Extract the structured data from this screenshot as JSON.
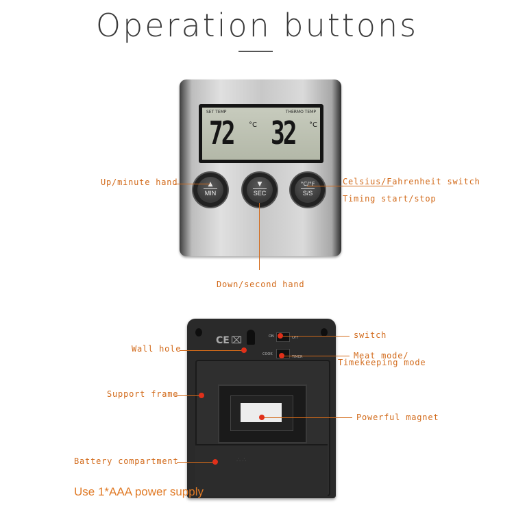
{
  "title": "Operation buttons",
  "lcd": {
    "left_label": "SET TEMP",
    "right_label": "THERMO TEMP",
    "left_value": "72",
    "right_value": "32",
    "unit": "°C"
  },
  "buttons": {
    "min": {
      "label": "MIN",
      "icon": "triangle-up-icon"
    },
    "sec": {
      "label": "SEC",
      "icon": "triangle-down-icon"
    },
    "cf": {
      "top": "°C/°F",
      "label": "S/S"
    }
  },
  "callouts": {
    "up_minute": "Up/minute hand",
    "celsius": "Celsius/Fahrenheit switch",
    "timing": "Timing start/stop",
    "down_second": "Down/second hand",
    "wall_hole": "Wall hole",
    "switch": "switch",
    "meat_mode": "Meat mode/",
    "timekeeping": "Timekeeping mode",
    "support_frame": "Support frame",
    "magnet": "Powerful magnet",
    "battery": "Battery compartment"
  },
  "back_marks": {
    "on": "ON",
    "off": "OFF",
    "cook": "COOK",
    "timer": "TIMER"
  },
  "power": "Use 1*AAA power supply",
  "colors": {
    "accent": "#d26a1a",
    "dot": "#e0301a"
  }
}
